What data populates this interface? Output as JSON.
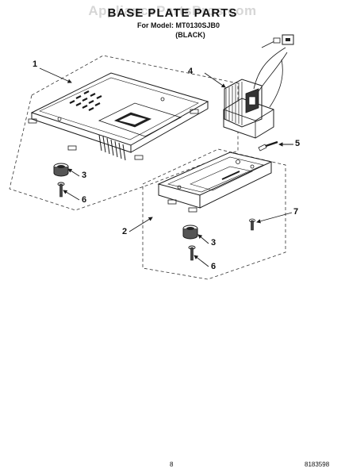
{
  "header": {
    "watermark": "AppliancePartsPros.com",
    "title": "BASE PLATE PARTS",
    "model": "For Model: MT0130SJB0",
    "variant": "(BLACK)"
  },
  "callouts": [
    "1",
    "2",
    "3",
    "3",
    "4",
    "5",
    "6",
    "6",
    "7"
  ],
  "footer": {
    "page_number": "8",
    "doc_number": "8183598"
  },
  "colors": {
    "line": "#1a1a1a",
    "dash": "#333333",
    "watermark": "#7a7a7a"
  }
}
